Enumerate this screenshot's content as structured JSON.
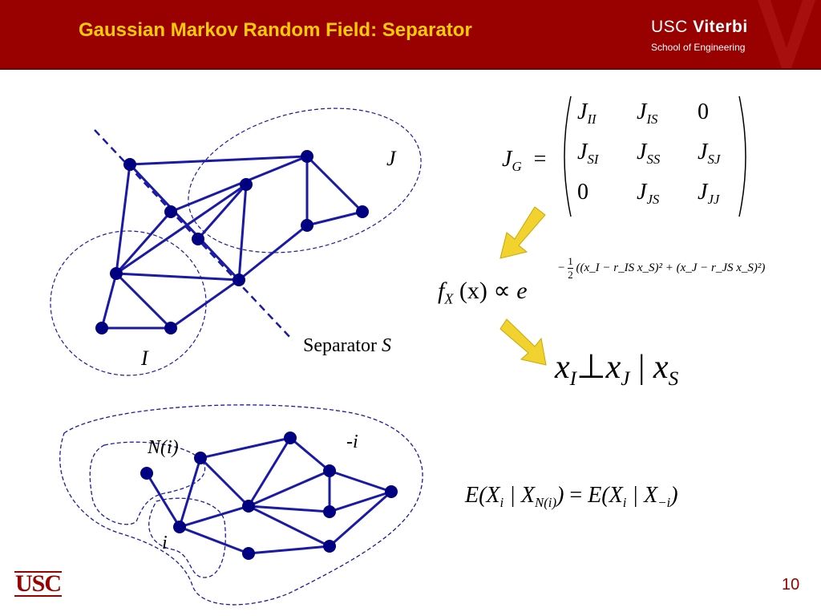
{
  "header": {
    "title": "Gaussian Markov Random Field: Separator",
    "logo_usc": "USC",
    "logo_viterbi": "Viterbi",
    "logo_school": "School of Engineering"
  },
  "graph_top": {
    "label_J": "J",
    "label_I": "I",
    "separator_text": "Separator ",
    "separator_symbol": "S"
  },
  "graph_bottom": {
    "label_Ni": "N(i)",
    "label_minus_i": "-i",
    "label_i": "i"
  },
  "matrix": {
    "lhs": "J",
    "lhs_sub": "G",
    "equals": "=",
    "rows": [
      [
        [
          "J",
          "II"
        ],
        [
          "J",
          "IS"
        ],
        [
          "0",
          ""
        ]
      ],
      [
        [
          "J",
          "SI"
        ],
        [
          "J",
          "SS"
        ],
        [
          "J",
          "SJ"
        ]
      ],
      [
        [
          "0",
          ""
        ],
        [
          "J",
          "JS"
        ],
        [
          "J",
          "JJ"
        ]
      ]
    ]
  },
  "density": {
    "f": "f",
    "f_sub": "X",
    "arg": "(x)",
    "prop": "∝",
    "e": "e",
    "exponent_prefix": "−",
    "half_num": "1",
    "half_den": "2",
    "exponent_body": "((x_I − r_IS x_S)² + (x_J − r_JS x_S)²)"
  },
  "independence": {
    "x1": "x",
    "sub1": "I",
    "perp": "⊥",
    "x2": "x",
    "sub2": "J",
    "bar": "|",
    "x3": "x",
    "sub3": "S"
  },
  "expectation": {
    "lhs": "E(X",
    "lhs_sub": "i",
    "bar": " | X",
    "cond_sub": "N(i)",
    "close": ")",
    "equals": " = ",
    "rhs": "E(X",
    "rhs_sub": "i",
    "rhs_bar": " | X",
    "rhs_cond_sub": "−i",
    "rhs_close": ")"
  },
  "footer": {
    "logo": "USC",
    "page_number": "10"
  },
  "colors": {
    "header_bg": "#990000",
    "title": "#FFCC00",
    "node": "#000080",
    "edge": "#1a1aa6",
    "arrow": "#F2D22E"
  }
}
